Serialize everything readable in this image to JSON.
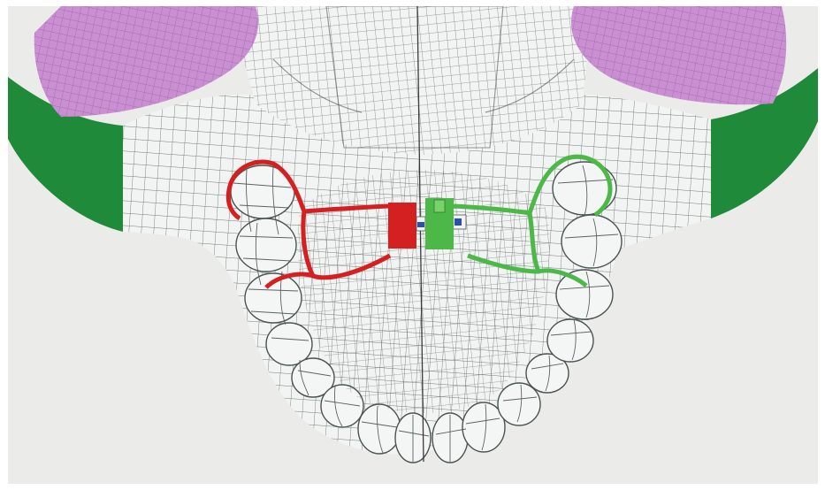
{
  "scene": {
    "subject": "palatal-expander-illustration",
    "colors": {
      "background": "#ebebea",
      "frame": "#ffffff",
      "bone": "#f1f4f2",
      "mesh": "#4a5450",
      "muscle": "#c98fd1",
      "muscle_mesh": "#8c55a0",
      "mandible": "#1f8a3a",
      "appliance_left": "#d42020",
      "appliance_right": "#4cb848",
      "screw_blue": "#2a4fb0",
      "midline": "#3a3a3a"
    },
    "icons": [
      "red-expander-arm",
      "green-expander-arm",
      "expansion-screw"
    ]
  }
}
